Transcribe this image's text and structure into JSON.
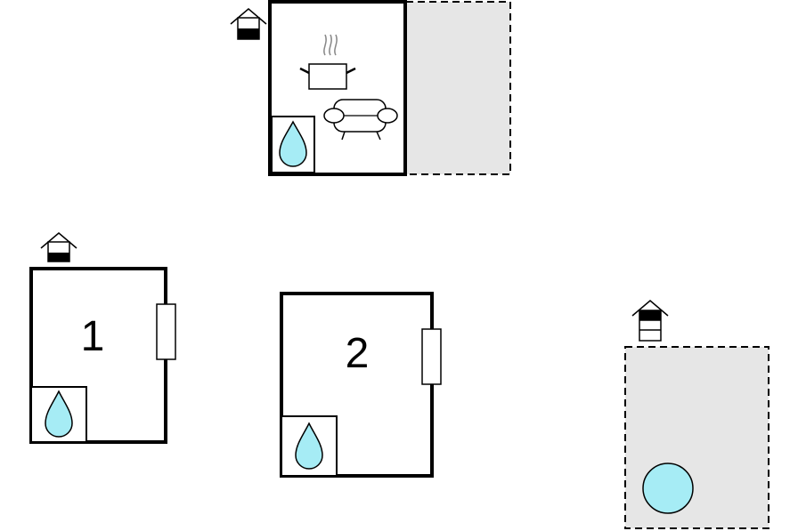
{
  "floor_plan": {
    "rooms": [
      {
        "id": "living-kitchen",
        "label": "",
        "features": [
          "kitchen-pot-icon",
          "sofa-icon",
          "bathroom-water-drop-icon"
        ]
      },
      {
        "id": "bedroom-1",
        "label": "1",
        "features": [
          "bathroom-water-drop-icon",
          "window"
        ]
      },
      {
        "id": "bedroom-2",
        "label": "2",
        "features": [
          "bathroom-water-drop-icon",
          "window"
        ]
      }
    ],
    "outdoor_areas": [
      {
        "id": "terrace",
        "features": []
      },
      {
        "id": "pool-area",
        "features": [
          "pool-icon"
        ]
      }
    ],
    "floor_markers": [
      {
        "id": "ground-floor",
        "icon": "house-ground-floor-icon"
      },
      {
        "id": "ground-floor",
        "icon": "house-ground-floor-icon"
      },
      {
        "id": "multi-storey",
        "icon": "house-multi-floor-icon"
      }
    ],
    "colors": {
      "wall": "#000000",
      "water": "#a6ecf5",
      "outdoor_fill": "#e6e6e6",
      "furniture_fill": "#ffffff"
    }
  }
}
